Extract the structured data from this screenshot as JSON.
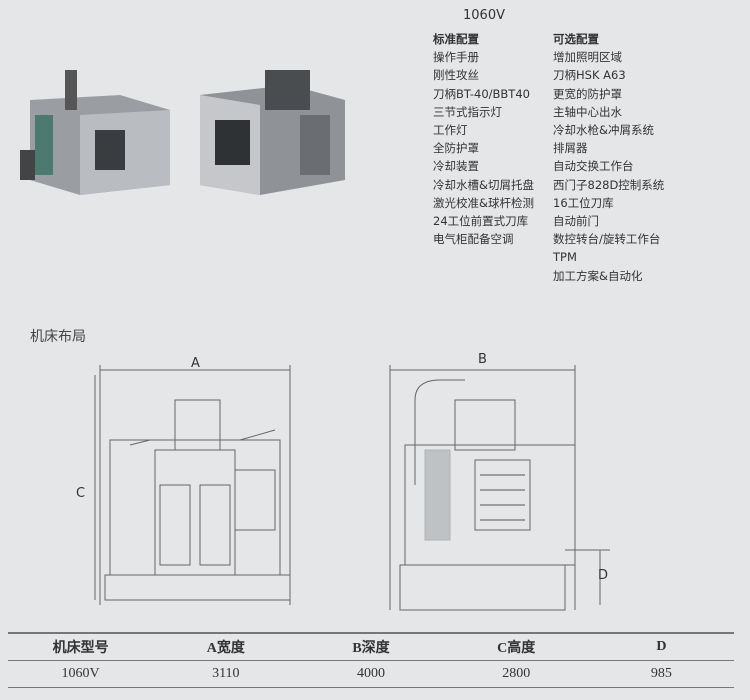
{
  "model_title": "1060V",
  "standard": {
    "header": "标准配置",
    "items": [
      "操作手册",
      "刚性攻丝",
      "刀柄BT-40/BBT40",
      "三节式指示灯",
      "工作灯",
      "全防护罩",
      "冷却装置",
      "冷却水槽&切屑托盘",
      "激光校准&球杆检测",
      "24工位前置式刀库",
      "电气柜配备空调"
    ]
  },
  "optional": {
    "header": "可选配置",
    "items": [
      "增加照明区域",
      "刀柄HSK A63",
      "更宽的防护罩",
      "主轴中心出水",
      "冷却水枪&冲屑系统",
      "排屑器",
      "自动交换工作台",
      "西门子828D控制系统",
      "16工位刀库",
      "自动前门",
      "数控转台/旋转工作台",
      "TPM",
      "加工方案&自动化"
    ]
  },
  "layout_title": "机床布局",
  "dimension_labels": {
    "a": "A",
    "b": "B",
    "c": "C",
    "d": "D"
  },
  "table": {
    "headers": [
      "机床型号",
      "A宽度",
      "B深度",
      "C高度",
      "D"
    ],
    "rows": [
      [
        "1060V",
        "3110",
        "4000",
        "2800",
        "985"
      ]
    ]
  }
}
